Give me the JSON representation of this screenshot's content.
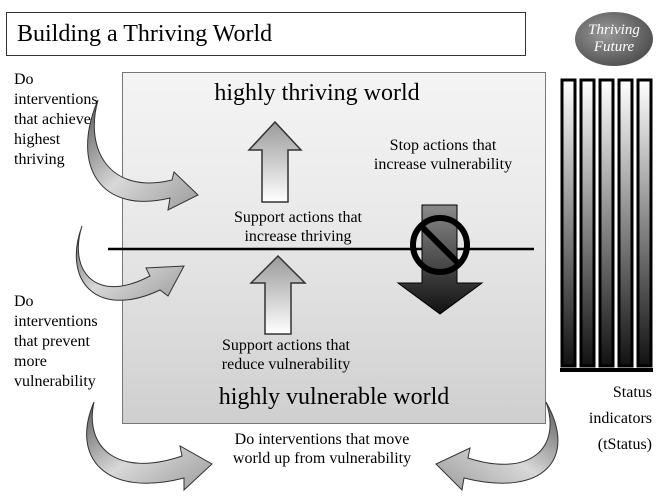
{
  "title": "Building a Thriving World",
  "logo": {
    "line1": "Thriving",
    "line2": "Future"
  },
  "world": {
    "top_label": "highly thriving world",
    "bottom_label": "highly vulnerable world"
  },
  "actions": {
    "support_thriving": "Support actions that increase thriving",
    "support_reduce": "Support actions that reduce vulnerability",
    "stop_actions": "Stop actions that increase vulnerability"
  },
  "interventions": {
    "highest": "Do interventions that achieve highest thriving",
    "prevent": "Do interventions that prevent more vulnerability",
    "move_up": "Do interventions that move world up from vulnerability"
  },
  "status": {
    "label": "Status indicators (tStatus)"
  },
  "icons": {
    "up_arrow": "up-arrow-icon",
    "down_arrow": "down-arrow-icon",
    "prohibition": "prohibition-icon",
    "curved_arrow": "curved-arrow-icon"
  }
}
